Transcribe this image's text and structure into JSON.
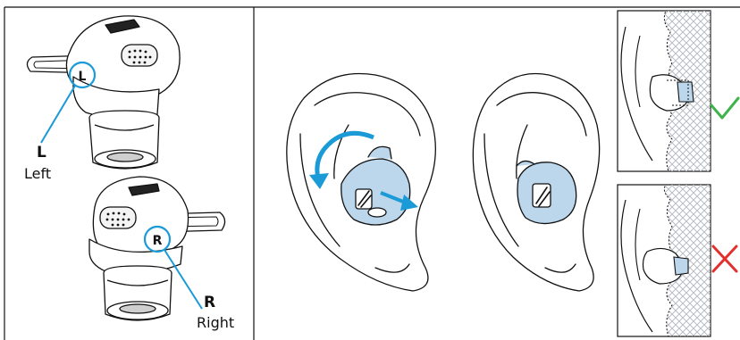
{
  "labels": {
    "left_letter": "L",
    "left_word": "Left",
    "right_letter": "R",
    "right_word": "Right"
  },
  "earbud_marks": {
    "left": "L",
    "right": "R"
  },
  "colors": {
    "line": "#111111",
    "accent_blue": "#1a9ad6",
    "earbud_fill": "#bcd6ec",
    "correct": "#3cb44a",
    "incorrect": "#e2312d",
    "hatch": "#b9bec4"
  },
  "icons": {
    "correct": "checkmark-icon",
    "incorrect": "cross-icon",
    "rotate": "curved-rotate-arrow-icon",
    "push": "push-arrow-icon"
  }
}
